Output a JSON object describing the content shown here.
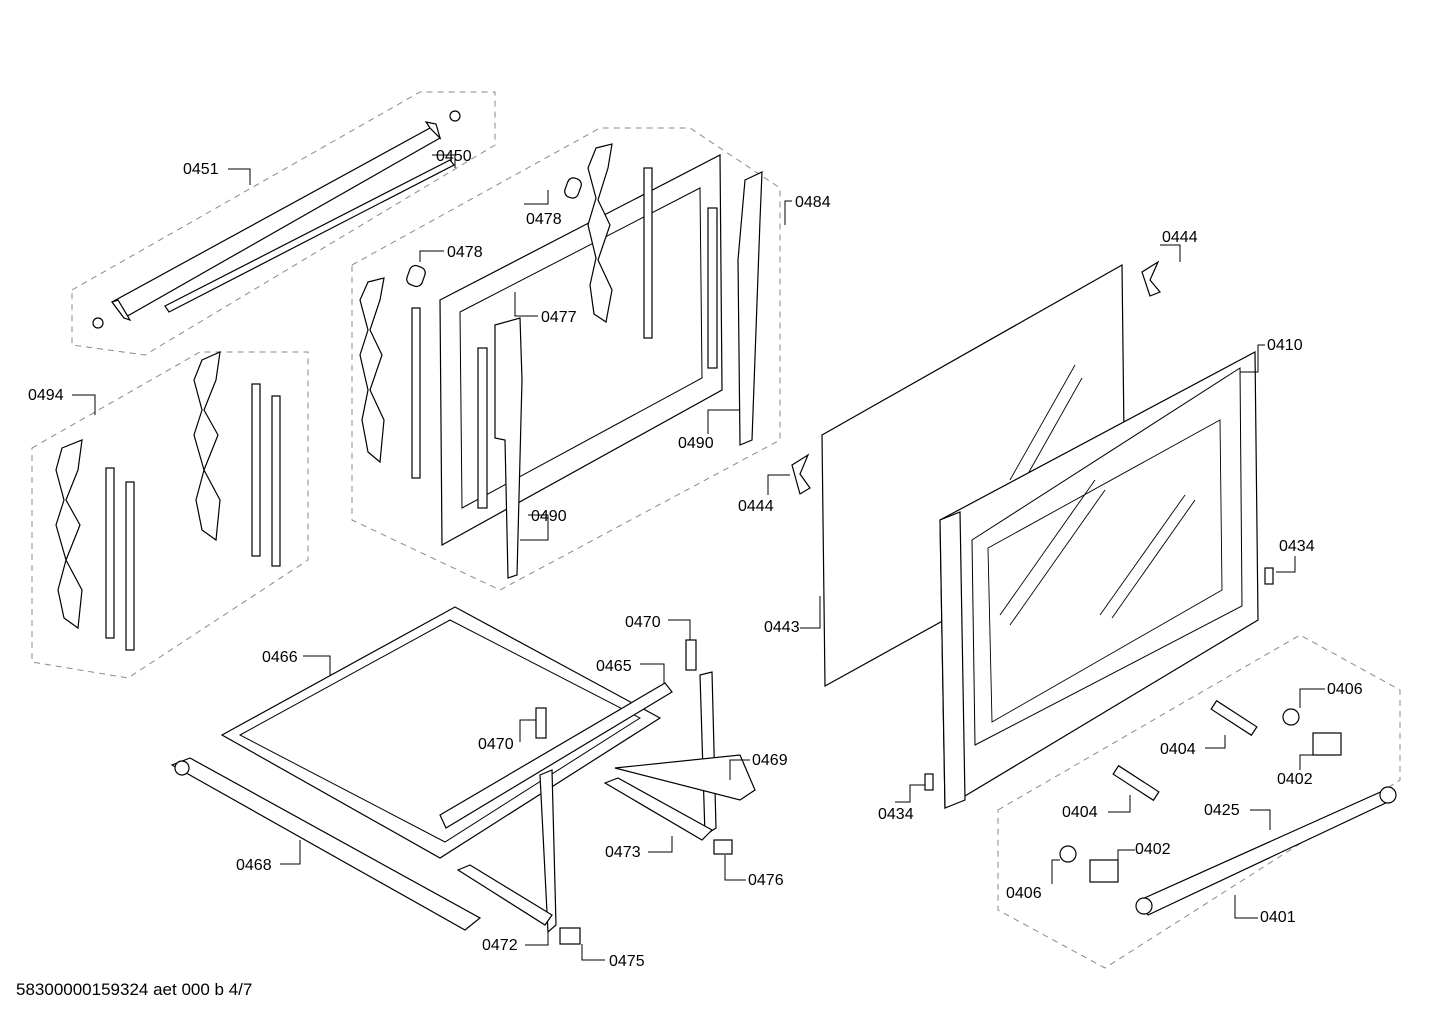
{
  "footer_text": "58300000159324 aet 000 b 4/7",
  "part_labels": {
    "p0451": "0451",
    "p0450": "0450",
    "p0478a": "0478",
    "p0478b": "0478",
    "p0484": "0484",
    "p0477": "0477",
    "p0494": "0494",
    "p0490a": "0490",
    "p0490b": "0490",
    "p0444a": "0444",
    "p0444b": "0444",
    "p0410": "0410",
    "p0434a": "0434",
    "p0434b": "0434",
    "p0443": "0443",
    "p0470a": "0470",
    "p0470b": "0470",
    "p0466": "0466",
    "p0465": "0465",
    "p0469": "0469",
    "p0468": "0468",
    "p0473": "0473",
    "p0476": "0476",
    "p0472": "0472",
    "p0475": "0475",
    "p0406a": "0406",
    "p0406b": "0406",
    "p0404a": "0404",
    "p0404b": "0404",
    "p0402a": "0402",
    "p0402b": "0402",
    "p0425": "0425",
    "p0401": "0401"
  }
}
